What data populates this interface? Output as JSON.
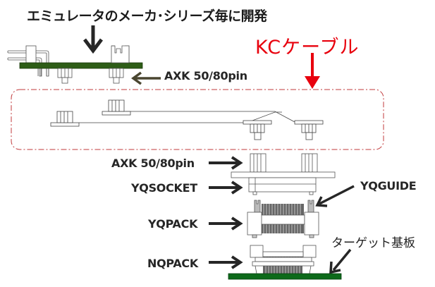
{
  "title": "エミュレータのメーカ･シリーズ毎に開発",
  "highlight": {
    "text": "KCケーブル",
    "color": "#e8000d"
  },
  "labels": {
    "axk_top": "AXK 50/80pin",
    "axk_bottom": "AXK 50/80pin",
    "yqsocket": "YQSOCKET",
    "yqguide": "YQGUIDE",
    "yqpack": "YQPACK",
    "nqpack": "NQPACK",
    "target_board": "ターゲット基板"
  },
  "colors": {
    "pcb_green": "#2e5d17",
    "target_pcb_green": "#0d6a1a",
    "arrow_dark": "#262626",
    "arrow_olive": "#4a4630",
    "dashed_box": "#c0393b"
  }
}
